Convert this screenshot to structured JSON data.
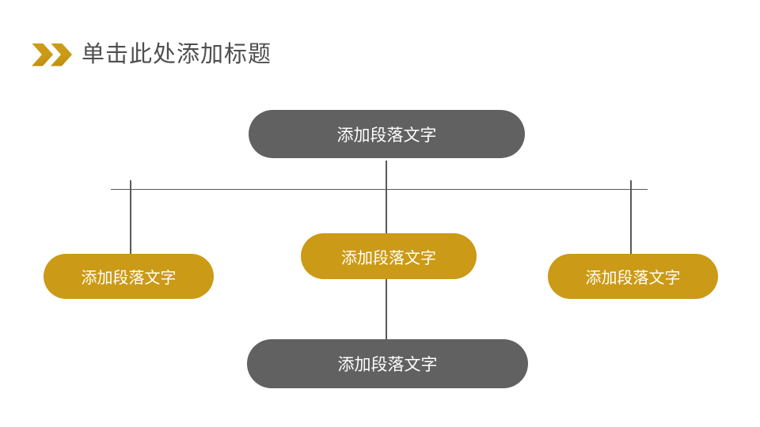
{
  "slide": {
    "title": "单击此处添加标题"
  },
  "icons": {
    "title_chevrons": "double-chevron-right-icon"
  },
  "colors": {
    "accent_gold": "#CB9A16",
    "node_gray": "#616161",
    "line": "#595959",
    "title_text": "#4F4F4F",
    "node_text": "#FFFFFF"
  },
  "diagram": {
    "type": "org-chart",
    "nodes": [
      {
        "id": "top",
        "label": "添加段落文字",
        "variant": "gray",
        "row": 1
      },
      {
        "id": "left",
        "label": "添加段落文字",
        "variant": "gold",
        "row": 2
      },
      {
        "id": "middle",
        "label": "添加段落文字",
        "variant": "gold",
        "row": 2
      },
      {
        "id": "right",
        "label": "添加段落文字",
        "variant": "gold",
        "row": 2
      },
      {
        "id": "bottom",
        "label": "添加段落文字",
        "variant": "gray",
        "row": 3
      }
    ],
    "edges": [
      {
        "from": "top",
        "to": "left"
      },
      {
        "from": "top",
        "to": "middle"
      },
      {
        "from": "top",
        "to": "right"
      },
      {
        "from": "middle",
        "to": "bottom"
      }
    ]
  }
}
